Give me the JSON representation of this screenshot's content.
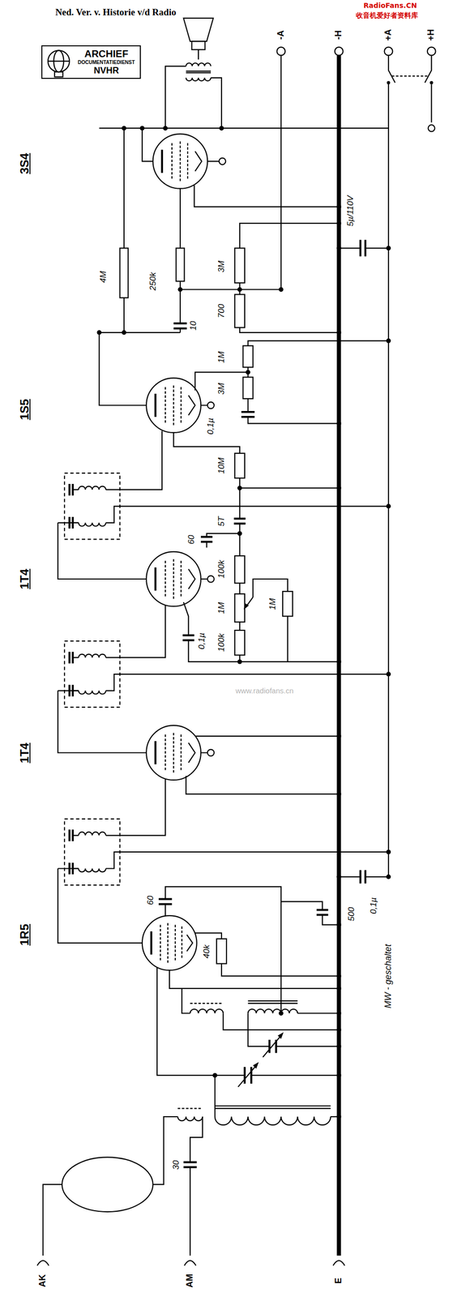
{
  "diagram": {
    "nodes": [
      {
        "text": [
          "ARCHIEF",
          "DOCUMENTATIEDIENST",
          "NVHR"
        ]
      }
    ],
    "labels": [
      "Ned. Ver. v. Historie v/d Radio",
      "RadioFans.CN",
      "收音机爱好者资料库",
      "-A",
      "-H",
      "+A",
      "+H",
      "3S4",
      "4M",
      "250k",
      "10",
      "3M",
      "700",
      "5µ/110V",
      "1M",
      "3M",
      "1S5",
      "0,1µ",
      "10M",
      "60",
      "5T",
      "100k",
      "1M",
      "1M",
      "1T4",
      "0,1µ",
      "100k",
      "www.radiofans.cn",
      "1T4",
      "0,1µ",
      "60",
      "500",
      "1R5",
      "40k",
      "MW - geschaltet",
      "30",
      "AK",
      "AM",
      "E"
    ]
  }
}
